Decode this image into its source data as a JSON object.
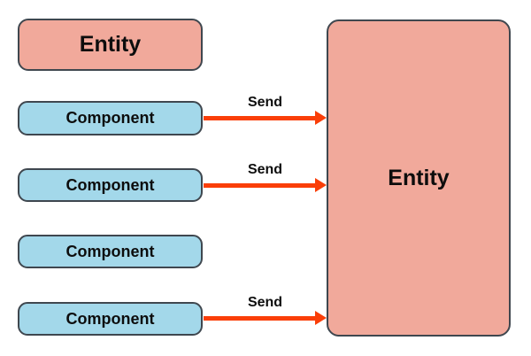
{
  "diagram": {
    "type": "entity-component-diagram",
    "colors": {
      "background": "#ffffff",
      "entity_fill": "#f1a99b",
      "component_fill": "#a3d8ea",
      "node_border": "#3f474f",
      "arrow": "#fa3e08",
      "text": "#0d0d0d"
    },
    "nodes": {
      "entity_top": {
        "label": "Entity"
      },
      "component_1": {
        "label": "Component"
      },
      "component_2": {
        "label": "Component"
      },
      "component_3": {
        "label": "Component"
      },
      "component_4": {
        "label": "Component"
      },
      "entity_main": {
        "label": "Entity"
      }
    },
    "arrows": [
      {
        "label": "Send",
        "from": "component_1",
        "to": "entity_main"
      },
      {
        "label": "Send",
        "from": "component_2",
        "to": "entity_main"
      },
      {
        "label": "Send",
        "from": "component_4",
        "to": "entity_main"
      }
    ]
  }
}
